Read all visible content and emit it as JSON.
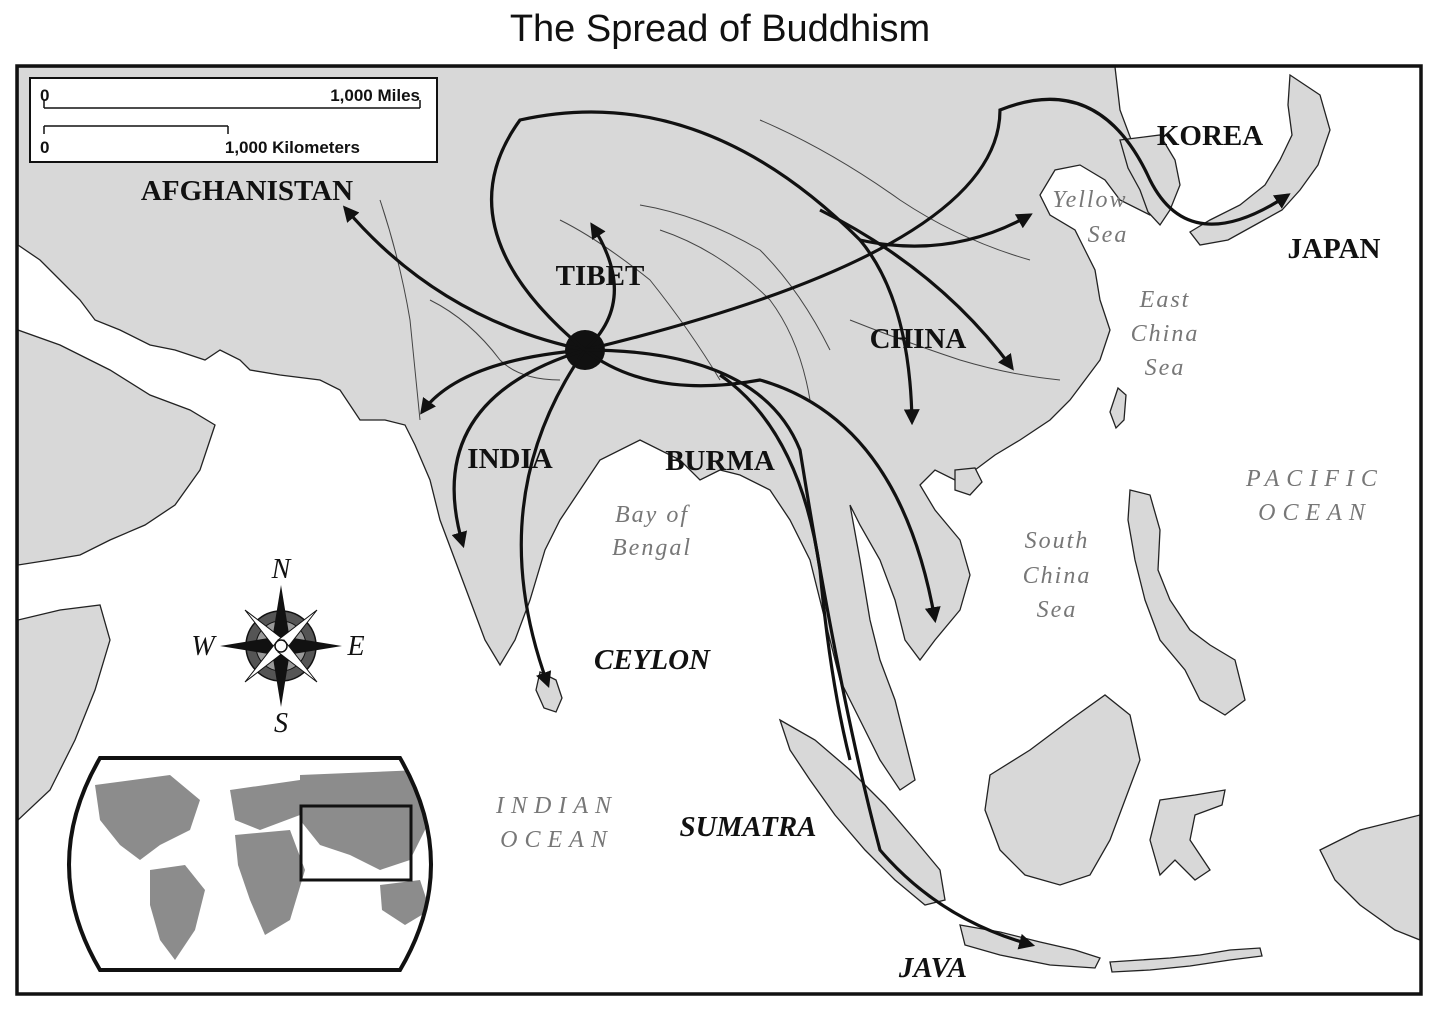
{
  "title": "The Spread of Buddhism",
  "scale_bar": {
    "zero_miles": "0",
    "miles": "1,000 Miles",
    "zero_km": "0",
    "kilometers": "1,000 Kilometers"
  },
  "regions": {
    "afghanistan": "AFGHANISTAN",
    "tibet": "TIBET",
    "china": "CHINA",
    "korea": "KOREA",
    "japan": "JAPAN",
    "india": "INDIA",
    "burma": "BURMA",
    "ceylon": "CEYLON",
    "sumatra": "SUMATRA",
    "java": "JAVA"
  },
  "water": {
    "yellow_sea": [
      "Yellow",
      "Sea"
    ],
    "east_china_sea": [
      "East",
      "China",
      "Sea"
    ],
    "bay_of_bengal": [
      "Bay of",
      "Bengal"
    ],
    "south_china_sea": [
      "South",
      "China",
      "Sea"
    ],
    "pacific_ocean": [
      "PACIFIC",
      "OCEAN"
    ],
    "indian_ocean": [
      "INDIAN",
      "OCEAN"
    ]
  },
  "compass": {
    "n": "N",
    "s": "S",
    "e": "E",
    "w": "W"
  },
  "colors": {
    "land": "#d8d8d8",
    "water": "#ffffff",
    "route": "#111111",
    "inset_land": "#8c8c8c"
  }
}
